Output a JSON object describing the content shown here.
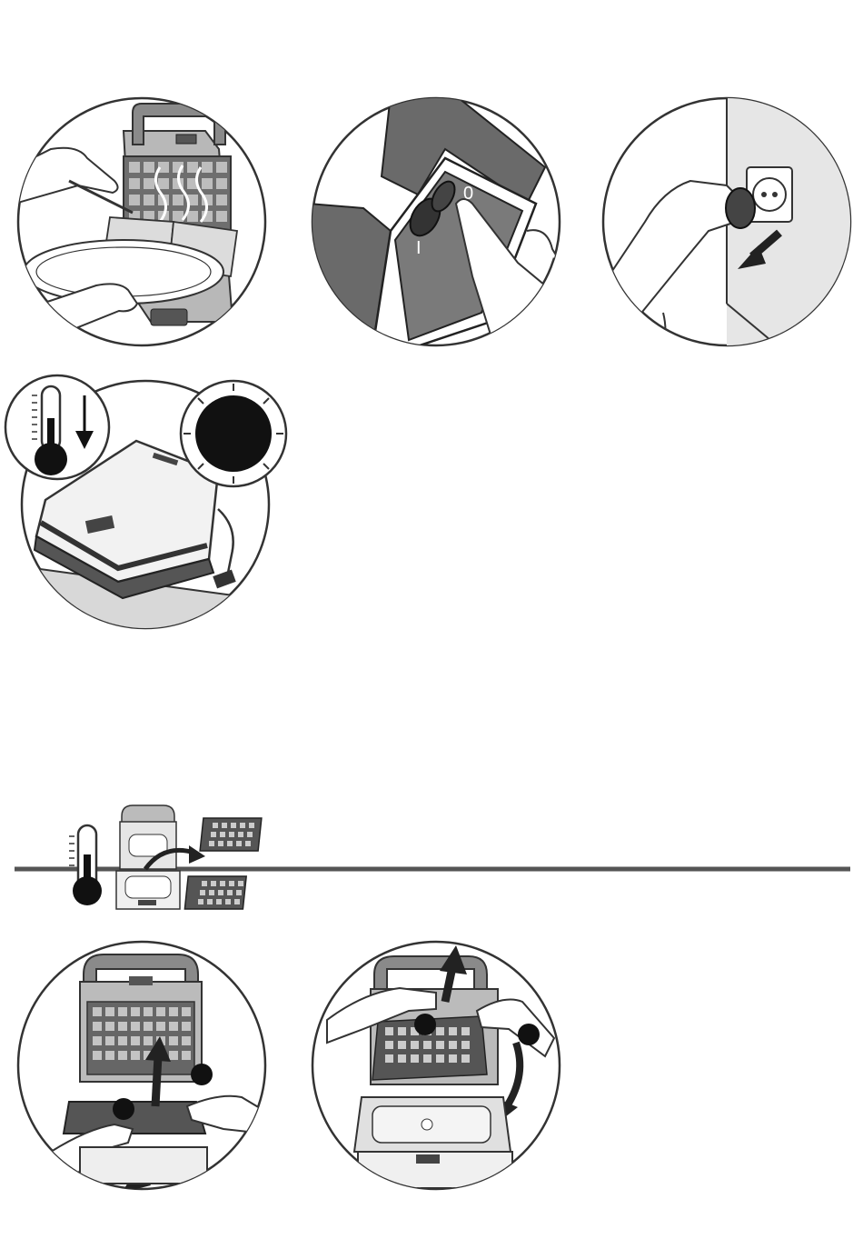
{
  "page": {
    "background": "#ffffff",
    "line_color": "#222222",
    "divider_color": "#555555"
  },
  "row1": [
    {
      "name": "remove-waffles-illustration",
      "icon": "hands-removing-waffles-icon"
    },
    {
      "name": "power-switch-illustration",
      "icon": "switch-icon",
      "switch_labels": {
        "on": "I",
        "off": "0"
      }
    },
    {
      "name": "unplug-illustration",
      "icon": "plug-socket-icon"
    }
  ],
  "row2": [
    {
      "name": "cool-down-illustration",
      "icon": "thermometer-down-icon"
    }
  ],
  "divider_section": {
    "name": "cool-plates-removal-overview",
    "icon": "thermometer-icon"
  },
  "row3": [
    {
      "name": "insert-plate-illustration",
      "icon": "hands-inserting-plate-icon"
    },
    {
      "name": "remove-plate-illustration",
      "icon": "hands-removing-plate-icon"
    }
  ]
}
